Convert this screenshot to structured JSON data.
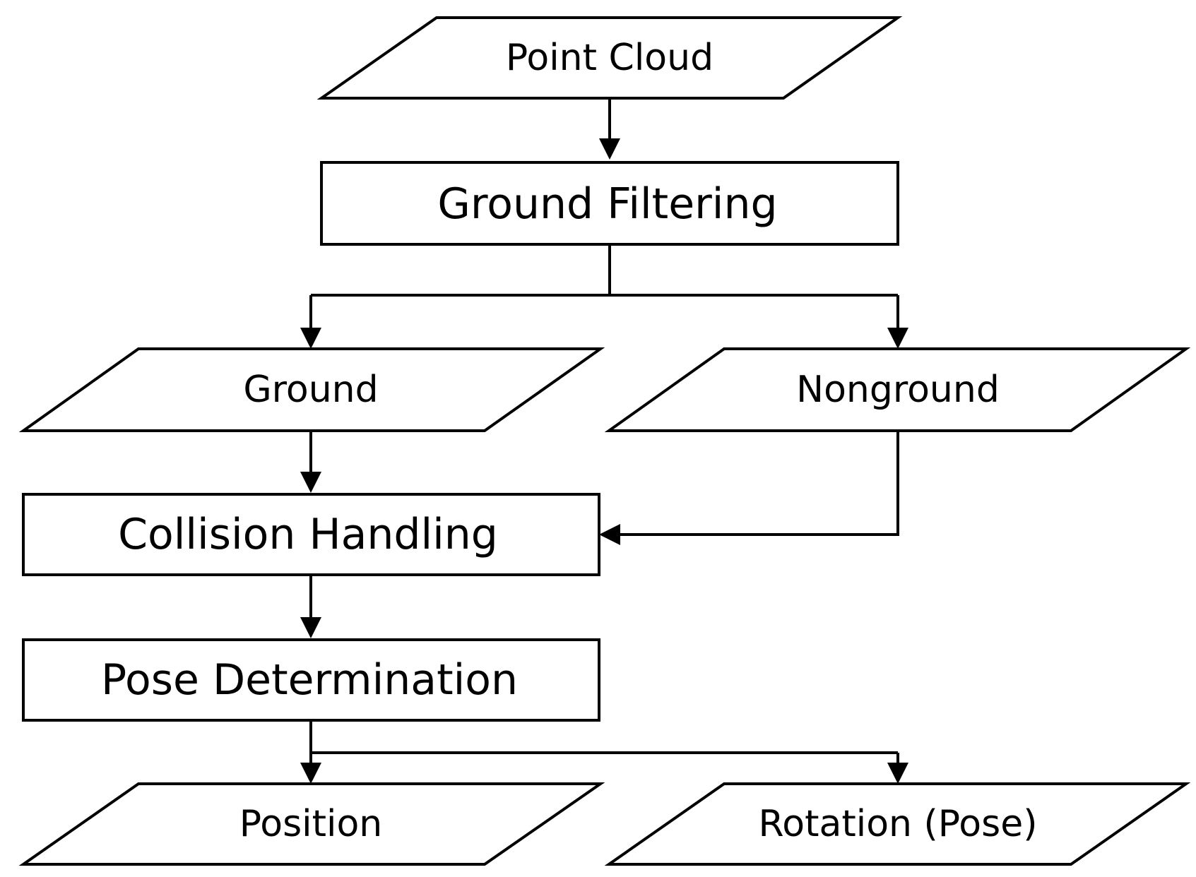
{
  "diagram": {
    "nodes": {
      "point_cloud": {
        "label": "Point Cloud",
        "shape": "parallelogram"
      },
      "ground_filtering": {
        "label": "Ground Filtering",
        "shape": "rectangle"
      },
      "ground": {
        "label": "Ground",
        "shape": "parallelogram"
      },
      "nonground": {
        "label": "Nonground",
        "shape": "parallelogram"
      },
      "collision_handling": {
        "label": "Collision Handling",
        "shape": "rectangle"
      },
      "pose_determination": {
        "label": "Pose Determination",
        "shape": "rectangle"
      },
      "position": {
        "label": "Position",
        "shape": "parallelogram"
      },
      "rotation": {
        "label": "Rotation (Pose)",
        "shape": "parallelogram"
      }
    },
    "edges": [
      {
        "from": "point_cloud",
        "to": "ground_filtering"
      },
      {
        "from": "ground_filtering",
        "to": "ground"
      },
      {
        "from": "ground_filtering",
        "to": "nonground"
      },
      {
        "from": "ground",
        "to": "collision_handling"
      },
      {
        "from": "nonground",
        "to": "collision_handling"
      },
      {
        "from": "collision_handling",
        "to": "pose_determination"
      },
      {
        "from": "pose_determination",
        "to": "position"
      },
      {
        "from": "pose_determination",
        "to": "rotation"
      }
    ],
    "colors": {
      "stroke": "#000000",
      "fill": "#ffffff",
      "text": "#000000"
    }
  }
}
